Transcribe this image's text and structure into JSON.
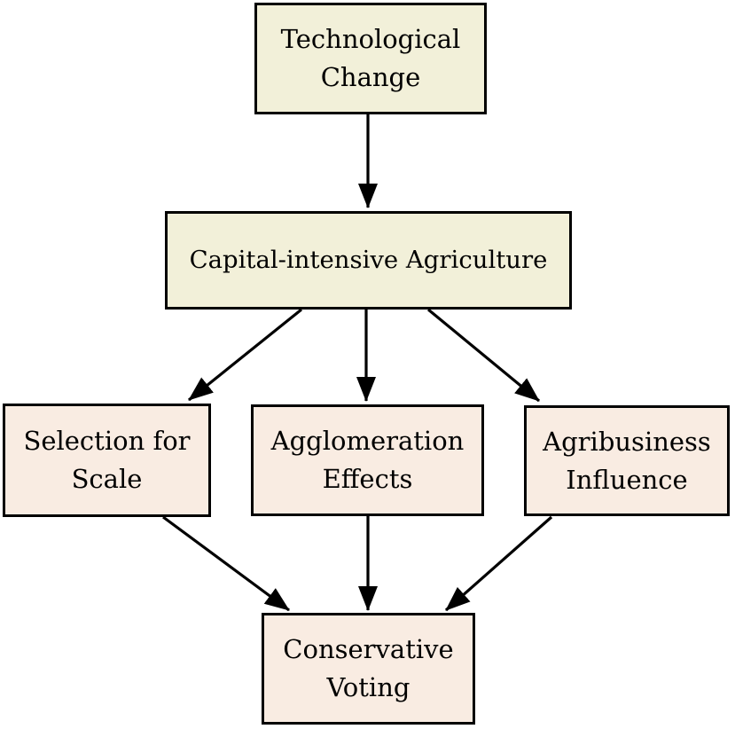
{
  "diagram": {
    "type": "flowchart",
    "background_color": "#ffffff",
    "node_border_color": "#000000",
    "arrow_color": "#000000",
    "fill_colors": {
      "upper_nodes": "#f2f0d9",
      "lower_nodes": "#f9ece2"
    },
    "nodes": [
      {
        "id": "technological-change",
        "label": "Technological\nChange",
        "fill": "#f2f0d9"
      },
      {
        "id": "capital-intensive-agriculture",
        "label": "Capital-intensive Agriculture",
        "fill": "#f2f0d9"
      },
      {
        "id": "selection-for-scale",
        "label": "Selection for\nScale",
        "fill": "#f9ece2"
      },
      {
        "id": "agglomeration-effects",
        "label": "Agglomeration\nEffects",
        "fill": "#f9ece2"
      },
      {
        "id": "agribusiness-influence",
        "label": "Agribusiness\nInfluence",
        "fill": "#f9ece2"
      },
      {
        "id": "conservative-voting",
        "label": "Conservative\nVoting",
        "fill": "#f9ece2"
      }
    ],
    "edges": [
      {
        "from": "technological-change",
        "to": "capital-intensive-agriculture"
      },
      {
        "from": "capital-intensive-agriculture",
        "to": "selection-for-scale"
      },
      {
        "from": "capital-intensive-agriculture",
        "to": "agglomeration-effects"
      },
      {
        "from": "capital-intensive-agriculture",
        "to": "agribusiness-influence"
      },
      {
        "from": "selection-for-scale",
        "to": "conservative-voting"
      },
      {
        "from": "agglomeration-effects",
        "to": "conservative-voting"
      },
      {
        "from": "agribusiness-influence",
        "to": "conservative-voting"
      }
    ]
  }
}
